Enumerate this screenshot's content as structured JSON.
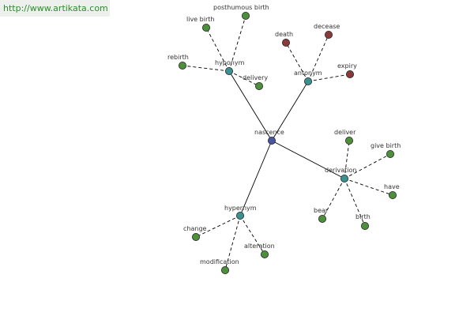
{
  "source_url": "http://www.artikata.com",
  "colors": {
    "center": "#4a55a0",
    "relation": "#3c9090",
    "synonym_leaf": "#4e8f3c",
    "antonym_leaf": "#8b3a3a",
    "solid_edge": "#000000",
    "dashed_edge": "#000000"
  },
  "graph": {
    "center": {
      "label": "nascence"
    },
    "relations": [
      {
        "id": "hyponym",
        "label": "hyponym",
        "leaves": [
          {
            "label": "posthumous birth",
            "type": "synonym"
          },
          {
            "label": "live birth",
            "type": "synonym"
          },
          {
            "label": "rebirth",
            "type": "synonym"
          },
          {
            "label": "delivery",
            "type": "synonym"
          }
        ]
      },
      {
        "id": "antonym",
        "label": "antonym",
        "leaves": [
          {
            "label": "death",
            "type": "antonym"
          },
          {
            "label": "decease",
            "type": "antonym"
          },
          {
            "label": "expiry",
            "type": "antonym"
          }
        ]
      },
      {
        "id": "derivation",
        "label": "derivation",
        "leaves": [
          {
            "label": "deliver",
            "type": "synonym"
          },
          {
            "label": "give birth",
            "type": "synonym"
          },
          {
            "label": "have",
            "type": "synonym"
          },
          {
            "label": "birth",
            "type": "synonym"
          },
          {
            "label": "bear",
            "type": "synonym"
          }
        ]
      },
      {
        "id": "hypernym",
        "label": "hypernym",
        "leaves": [
          {
            "label": "change",
            "type": "synonym"
          },
          {
            "label": "alteration",
            "type": "synonym"
          },
          {
            "label": "modification",
            "type": "synonym"
          }
        ]
      }
    ]
  }
}
